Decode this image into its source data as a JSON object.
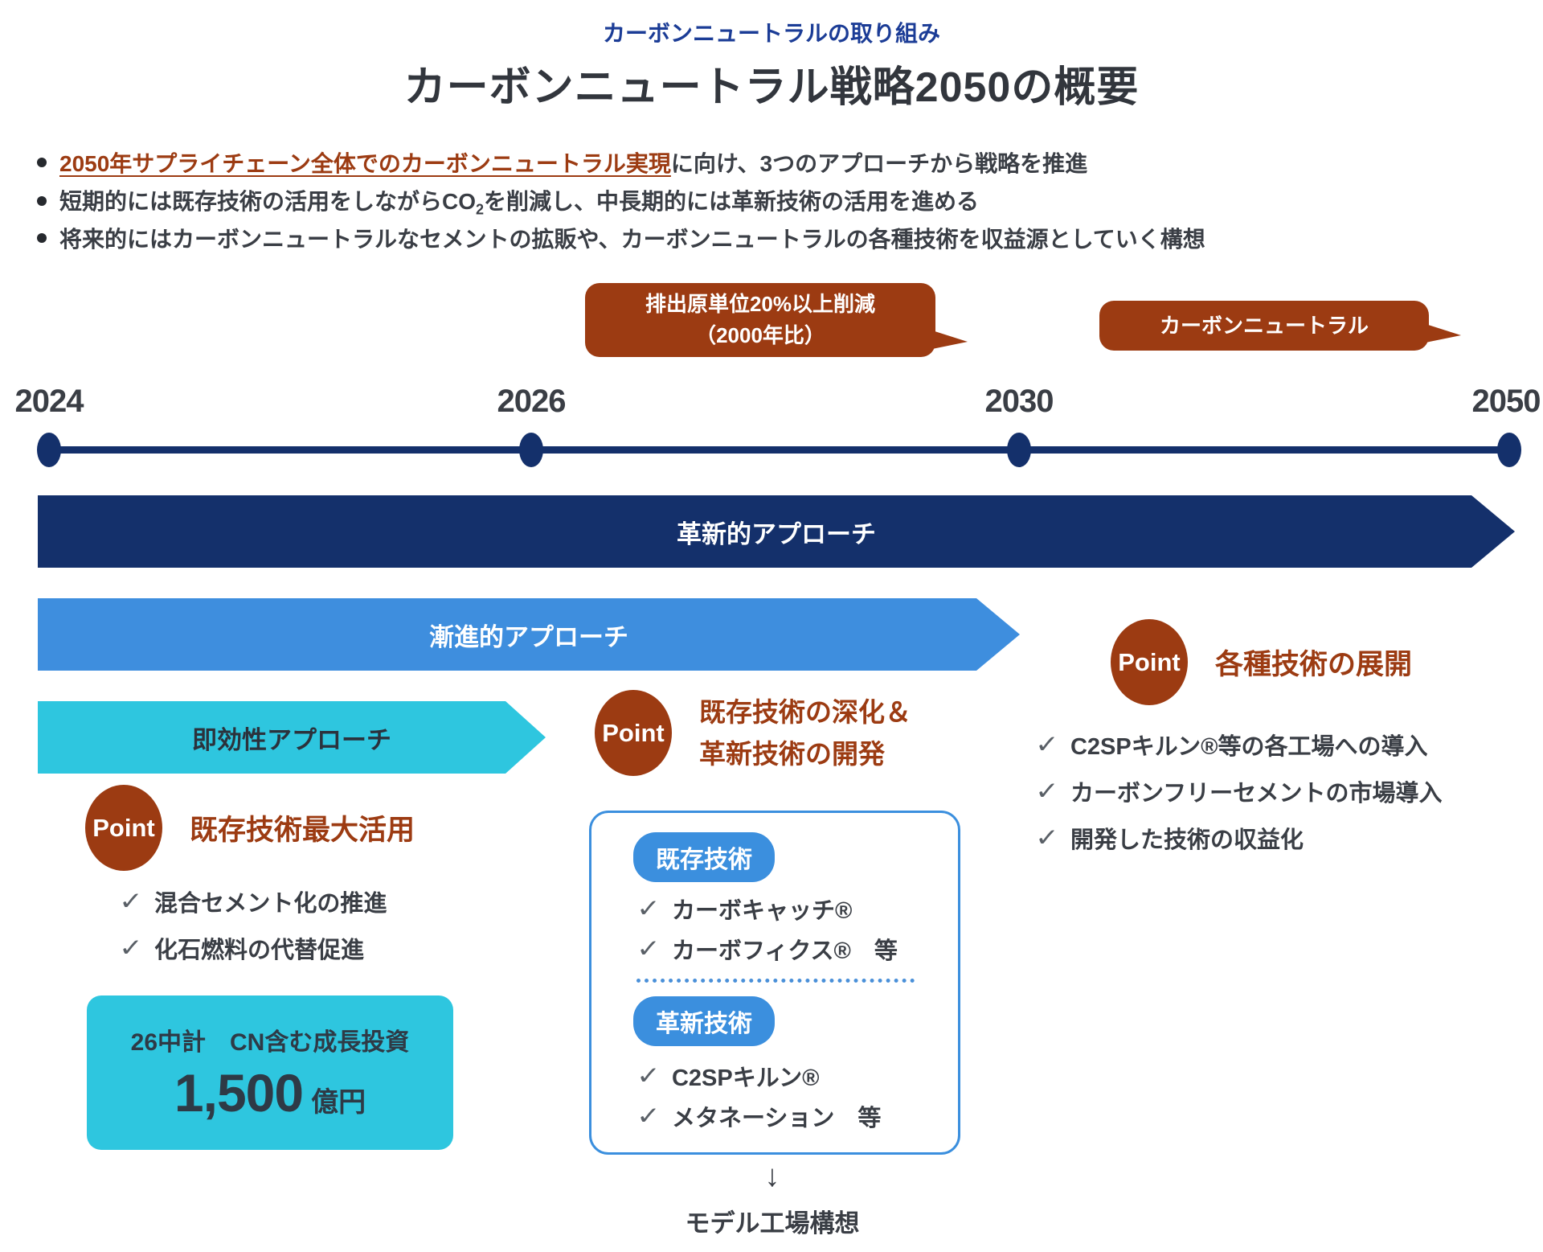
{
  "header": {
    "subtitle": "カーボンニュートラルの取り組み",
    "title": "カーボンニュートラル戦略2050の概要"
  },
  "bullets": [
    {
      "link": "2050年サプライチェーン全体でのカーボンニュートラル実現",
      "rest": "に向け、3つのアプローチから戦略を推進"
    },
    {
      "pre": "短期的には既存技術の活用をしながらCO",
      "sub": "2",
      "post": "を削減し、中長期的には革新技術の活用を進める"
    },
    {
      "text": "将来的にはカーボンニュートラルなセメントの拡販や、カーボンニュートラルの各種技術を収益源としていく構想"
    }
  ],
  "timeline": {
    "years": [
      "2024",
      "2026",
      "2030",
      "2050"
    ],
    "bubbles": [
      {
        "line1": "排出原単位20%以上削減",
        "line2": "（2000年比）"
      },
      {
        "line1": "カーボンニュートラル"
      }
    ],
    "arrows": [
      {
        "label": "革新的アプローチ"
      },
      {
        "label": "漸進的アプローチ"
      },
      {
        "label": "即効性アプローチ"
      }
    ]
  },
  "points": {
    "left": {
      "badge": "Point",
      "title": "既存技術最大活用",
      "checks": [
        "混合セメント化の推進",
        "化石燃料の代替促進"
      ],
      "invest_box": {
        "line1": "26中計　CN含む成長投資",
        "amount": "1,500",
        "unit": "億円"
      }
    },
    "middle": {
      "badge": "Point",
      "title_line1": "既存技術の深化＆",
      "title_line2": "革新技術の開発",
      "box": {
        "group1_label": "既存技術",
        "group1_checks": [
          "カーボキャッチ®",
          "カーボフィクス®　等"
        ],
        "group2_label": "革新技術",
        "group2_checks": [
          "C2SPキルン®",
          "メタネーション　等"
        ]
      },
      "footer": "モデル工場構想"
    },
    "right": {
      "badge": "Point",
      "title": "各種技術の展開",
      "checks": [
        "C2SPキルン®等の各工場への導入",
        "カーボンフリーセメントの市場導入",
        "開発した技術の収益化"
      ]
    }
  },
  "icons": {
    "check": "✓",
    "down_arrow": "↓"
  },
  "colors": {
    "navy": "#14306B",
    "blue": "#3E8EDE",
    "pill_blue": "#3B8FDE",
    "cyan": "#2EC6DF",
    "rust": "#9C3B12",
    "text_dark": "#3A3E45",
    "subtitle_blue": "#1B3C96"
  }
}
